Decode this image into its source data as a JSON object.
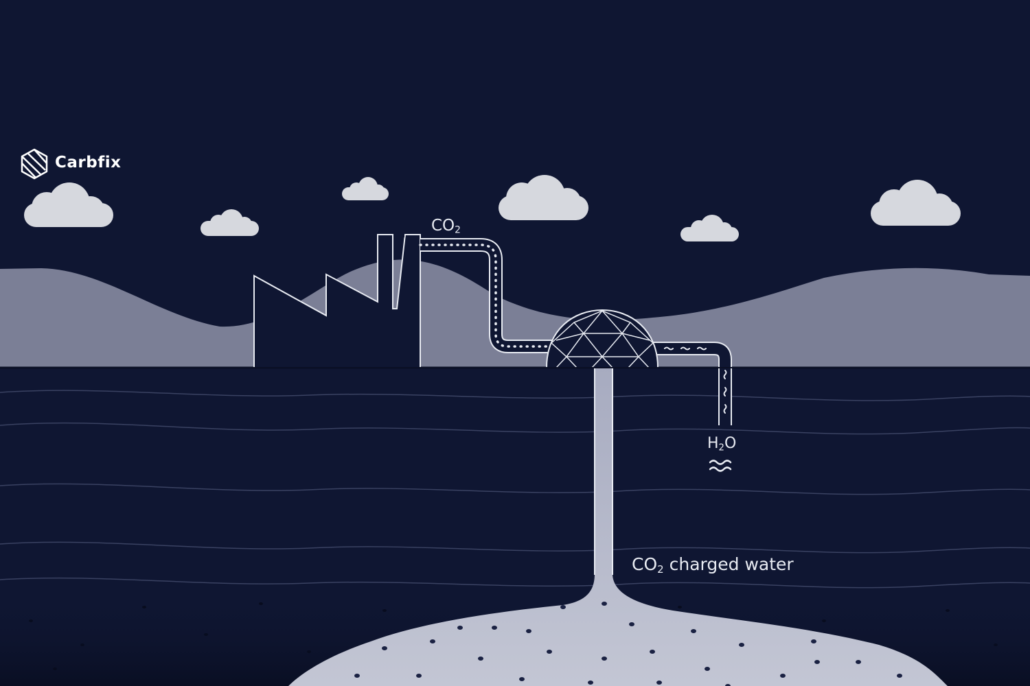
{
  "brand": {
    "name": "Carbfix",
    "icon": "hexagon-logo-icon"
  },
  "labels": {
    "co2_main": "CO",
    "co2_sub": "2",
    "h2o_pre": "H",
    "h2o_sub": "2",
    "h2o_post": "O",
    "charged_pre": "CO",
    "charged_sub": "2",
    "charged_post": " charged water"
  },
  "colors": {
    "sky": "#0f1632",
    "hills": "#7b7f96",
    "cloud": "#d6d8de",
    "ground": "#0f1632",
    "strata_line": "#3a4262",
    "injection_plume": "#a7abc0",
    "line_white": "#e8ebf2"
  },
  "icons": [
    "hexagon-logo-icon",
    "cloud-icon",
    "factory-icon",
    "geodesic-dome-icon",
    "water-wave-icon"
  ]
}
